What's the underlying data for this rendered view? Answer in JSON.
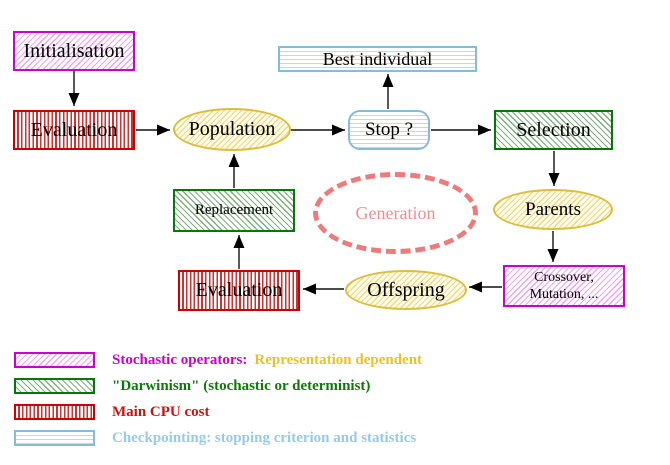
{
  "nodes": {
    "initialisation": "Initialisation",
    "evaluation_top": "Evaluation",
    "population": "Population",
    "best_individual": "Best individual",
    "stop": "Stop ?",
    "selection": "Selection",
    "replacement": "Replacement",
    "generation": "Generation",
    "parents": "Parents",
    "crossover": {
      "line1": "Crossover,",
      "line2": "Mutation, ..."
    },
    "offspring": "Offspring",
    "evaluation_bottom": "Evaluation"
  },
  "legend": {
    "items": [
      {
        "swatch": "magenta-diagonal-hatch",
        "label": "Stochastic operators:",
        "detail": "Representation dependent"
      },
      {
        "swatch": "green-diagonal-hatch",
        "label": "\"Darwinism\" (stochastic or determinist)"
      },
      {
        "swatch": "red-vertical-hatch",
        "label": "Main CPU cost"
      },
      {
        "swatch": "cyan-horizontal-hatch",
        "label": "Checkpointing: stopping criterion and statistics"
      }
    ]
  },
  "colors": {
    "magenta": "#cc00cc",
    "red": "#cc0000",
    "green": "#077707",
    "cyan_border": "#85bcd8",
    "cyan_text": "#99c9e6",
    "yellow_border": "#dcbe3c",
    "gold_text": "#e5c426",
    "salmon": "#ec7c7c"
  }
}
